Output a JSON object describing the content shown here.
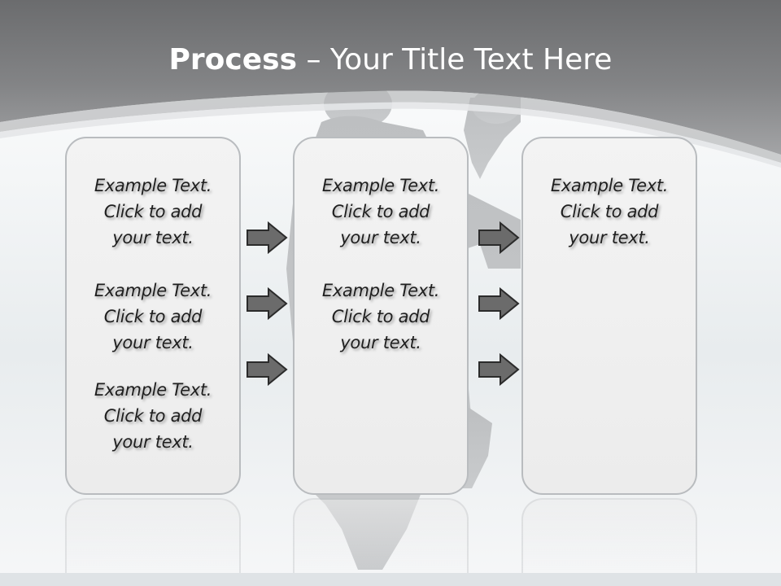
{
  "title": {
    "bold": "Process",
    "rest": " – Your Title Text Here"
  },
  "columns": [
    {
      "items": [
        {
          "line1": "Example Text.",
          "line2": "Click  to add",
          "line3": "your text."
        },
        {
          "line1": "Example Text.",
          "line2": "Click  to add",
          "line3": "your text."
        },
        {
          "line1": "Example Text.",
          "line2": "Click  to add",
          "line3": "your text."
        }
      ]
    },
    {
      "items": [
        {
          "line1": "Example Text.",
          "line2": "Click  to add",
          "line3": "your text."
        },
        {
          "line1": "Example Text.",
          "line2": "Click  to add",
          "line3": "your text."
        }
      ]
    },
    {
      "items": [
        {
          "line1": "Example Text.",
          "line2": "Click  to add",
          "line3": "your text."
        }
      ]
    }
  ],
  "colors": {
    "header_dark": "#6f7072",
    "header_light": "#9a9b9d",
    "panel_border": "#b9bcbf",
    "arrow_fill": "#6b6b6b",
    "arrow_border": "#2b2b2b"
  },
  "icons": [
    "right-arrow-icon",
    "silhouette-figure"
  ]
}
